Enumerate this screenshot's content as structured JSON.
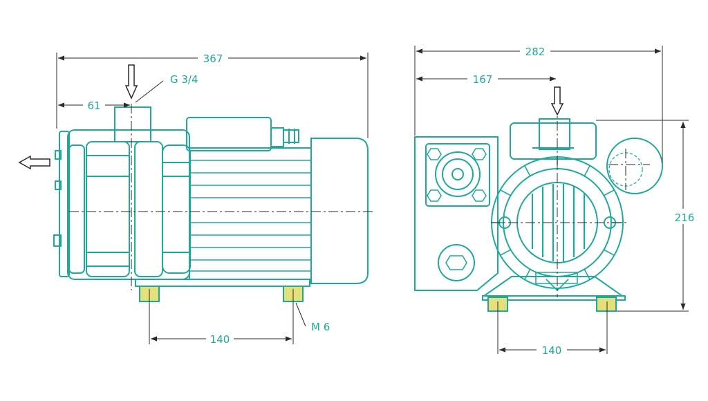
{
  "colors": {
    "line": "#1fa99a",
    "dim": "#2a2a2a",
    "fill_body": "#ffffff",
    "foot_fill": "#e6e07a"
  },
  "side_view": {
    "overall_length": "367",
    "inlet_offset": "61",
    "thread_label": "G 3/4",
    "foot_spacing": "140",
    "bolt_label": "M 6"
  },
  "end_view": {
    "overall_width": "282",
    "inlet_offset": "167",
    "overall_height": "216",
    "foot_spacing": "140"
  }
}
